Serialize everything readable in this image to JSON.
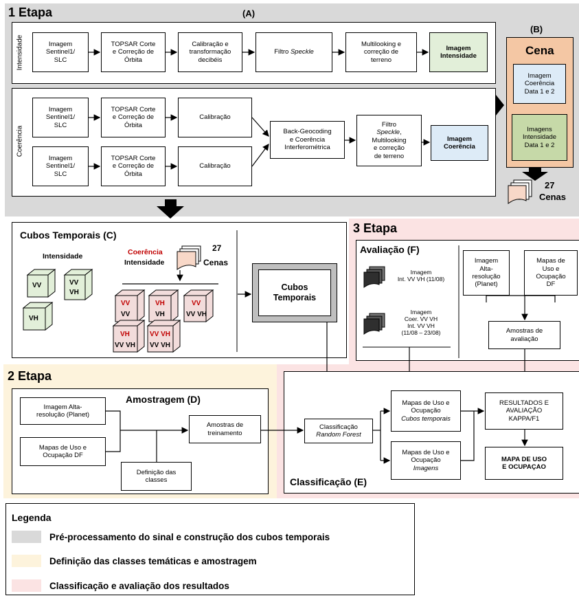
{
  "colors": {
    "gray": "#d9d9d9",
    "yellow": "#fdf3dc",
    "pink": "#fbe3e3",
    "green_box": "#e2efd9",
    "blue_box": "#ddebf7",
    "orange_panel": "#f4c7a4",
    "coherence_red": "#c00000"
  },
  "etapa1": {
    "title": "1 Etapa",
    "label_a": "(A)",
    "label_b": "(B)",
    "intensidade_label": "Intensidade",
    "coerencia_label": "Coerência",
    "intensity_row": [
      "Imagem\nSentinel1/\nSLC",
      "TOPSAR Corte\ne Correção de\nÓrbita",
      "Calibração e\ntransformação\ndecibéis",
      "Filtro Speckle",
      "Multilooking e\ncorreção de\nterreno",
      "Imagem\nIntensidade"
    ],
    "coherence_top": [
      "Imagem\nSentinel1/\nSLC",
      "TOPSAR Corte\ne Correção de\nÓrbita",
      "Calibração"
    ],
    "coherence_bottom": [
      "Imagem\nSentinel1/\nSLC",
      "TOPSAR Corte\ne Correção de\nÓrbita",
      "Calibração"
    ],
    "backgeocoding": "Back-Geocoding\ne Coerência\nInterferométrica",
    "filtro_speckle_multi": "Filtro\nSpeckle,\nMultilooking\ne correção\nde terreno",
    "imagem_coerencia": "Imagem\nCoerência",
    "cena_title": "Cena",
    "cena_coerencia": "Imagem\nCoerência\nData 1 e 2",
    "cena_intensidade": "Imagens\nIntensidade\nData 1 e 2",
    "cenas_count": "27",
    "cenas_label": "Cenas"
  },
  "cubos": {
    "title": "Cubos Temporais (C)",
    "intensidade": "Intensidade",
    "coerencia": "Coerência",
    "intensidade2": "Intensidade",
    "cenas_count": "27",
    "cenas_label": "Cenas",
    "cube_vv": "VV",
    "cube_vvvh_top": "VV",
    "cube_vvvh_bottom": "VH",
    "cube_vh": "VH",
    "stack": [
      {
        "top": "VV",
        "bottom": "VV"
      },
      {
        "top": "VH",
        "bottom": "VH"
      },
      {
        "top": "VV",
        "bottom": "VV VH"
      },
      {
        "top": "VH",
        "bottom": "VV VH"
      },
      {
        "top": "VV VH",
        "bottom": "VV VH"
      }
    ],
    "cubos_box": "Cubos\nTemporais"
  },
  "etapa3": {
    "title": "3 Etapa",
    "avaliacao_title": "Avaliação (F)",
    "img1": "Imagem\nInt. VV VH (11/08)",
    "img2": "Imagem\nCoer. VV VH\nInt. VV VH\n(11/08 – 23/08)",
    "alta_res": "Imagem\nAlta-\nresolução\n(Planet)",
    "mapas_df": "Mapas de\nUso e\nOcupação\nDF",
    "amostras_aval": "Amostras de\navaliação"
  },
  "etapa2": {
    "title": "2 Etapa",
    "amostragem_title": "Amostragem (D)",
    "alta_res": "Imagem Alta-\nresolução (Planet)",
    "mapas_df": "Mapas de Uso e\nOcupação DF",
    "definicao": "Definição das\nclasses",
    "amostras_trein": "Amostras de\ntreinamento"
  },
  "classificacao": {
    "title": "Classificação (E)",
    "rf_line1": "Classificação",
    "rf_line2": "Random Forest",
    "mapas_cubos_line1": "Mapas de Uso e\nOcupação",
    "mapas_cubos_line2": "Cubos temporais",
    "mapas_img_line1": "Mapas de Uso e\nOcupação",
    "mapas_img_line2": "Imagens",
    "resultados": "RESULTADOS E\nAVALIAÇÃO\nKAPPA/F1",
    "mapa_final": "MAPA DE USO\nE OCUPAÇAO"
  },
  "legend": {
    "title": "Legenda",
    "items": [
      "Pré-processamento do sinal e construção dos cubos temporais",
      "Definição das classes temáticas e amostragem",
      "Classificação e avaliação dos resultados"
    ]
  }
}
